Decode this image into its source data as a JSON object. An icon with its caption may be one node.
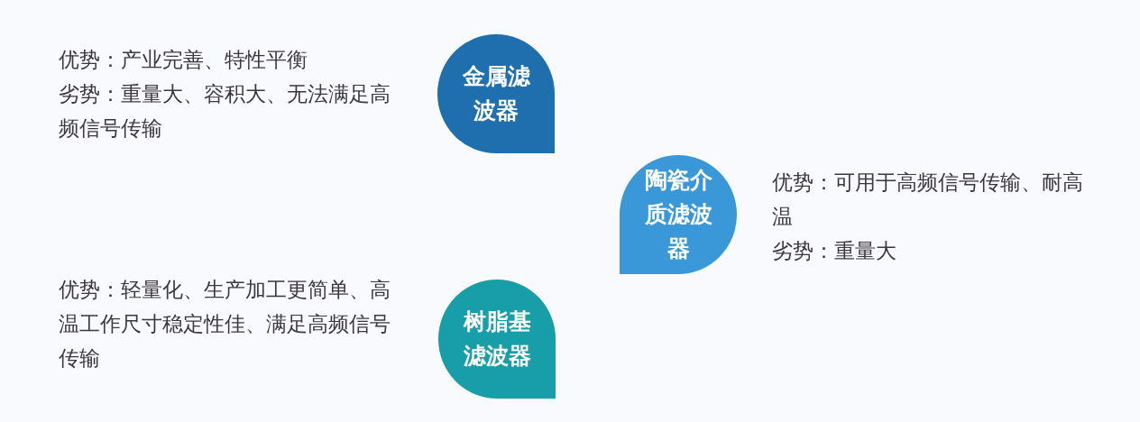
{
  "diagram": {
    "nodes": [
      {
        "text": [
          "金属滤波器"
        ],
        "beside": [
          "优势：产业完善、特性平衡",
          "劣势：重量大、容积大、无法满足高频信号传输"
        ]
      },
      {
        "text": [
          "陶瓷介质滤波器"
        ],
        "beside": [
          "优势：可用于高频信号传输、耐高温",
          "劣势：重量大"
        ]
      },
      {
        "text": [
          "树脂基滤波器"
        ],
        "beside": [
          "优势：轻量化、生产加工更简单、高温工作尺寸稳定性佳、满足高频信号传输"
        ]
      }
    ]
  }
}
